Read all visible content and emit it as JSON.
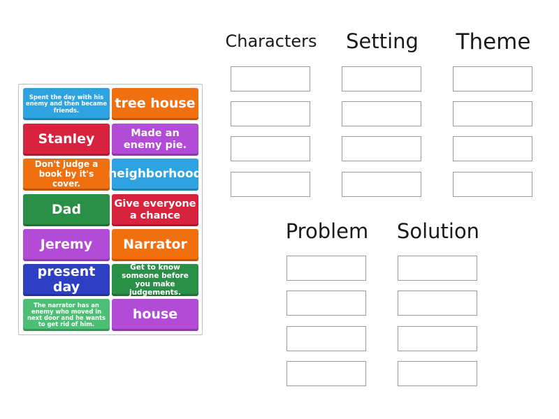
{
  "bank": {
    "tiles": [
      {
        "label": "Spent the day with his enemy and then became friends.",
        "color": "#2fa3e2"
      },
      {
        "label": "tree house",
        "color": "#f0700f"
      },
      {
        "label": "Stanley",
        "color": "#d8233e"
      },
      {
        "label": "Made an enemy pie.",
        "color": "#b24bd6"
      },
      {
        "label": "Don't judge a book by it's cover.",
        "color": "#f0700f"
      },
      {
        "label": "neighborhood",
        "color": "#2fa3e2"
      },
      {
        "label": "Dad",
        "color": "#2a8f47"
      },
      {
        "label": "Give everyone a chance",
        "color": "#d8233e"
      },
      {
        "label": "Jeremy",
        "color": "#b24bd6"
      },
      {
        "label": "Narrator",
        "color": "#f0700f"
      },
      {
        "label": "present day",
        "color": "#2d3fc4"
      },
      {
        "label": "Get to know someone before you make judgements.",
        "color": "#2a8f47"
      },
      {
        "label": "The narrator has an enemy who moved in next door and he wants to get rid of him.",
        "color": "#4cbf75"
      },
      {
        "label": "house",
        "color": "#b24bd6"
      }
    ]
  },
  "groups": {
    "characters": {
      "heading": "Characters",
      "slots": 4
    },
    "setting": {
      "heading": "Setting",
      "slots": 4
    },
    "theme": {
      "heading": "Theme",
      "slots": 4
    },
    "problem": {
      "heading": "Problem",
      "slots": 4
    },
    "solution": {
      "heading": "Solution",
      "slots": 4
    }
  }
}
